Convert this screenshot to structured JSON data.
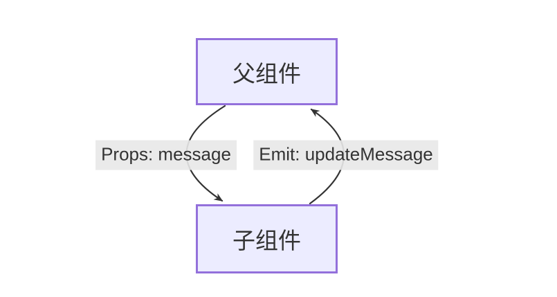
{
  "diagram": {
    "nodes": {
      "parent": {
        "label": "父组件"
      },
      "child": {
        "label": "子组件"
      }
    },
    "edges": {
      "props": {
        "label": "Props: message",
        "from": "parent",
        "to": "child"
      },
      "emit": {
        "label": "Emit: updateMessage",
        "from": "child",
        "to": "parent"
      }
    },
    "colors": {
      "canvas_bg": "#ffffff",
      "node_fill": "#ECECFF",
      "node_border": "#9370DB",
      "edge_line": "#333333",
      "label_bg": "#e8e8e8",
      "text_color": "#333333"
    }
  }
}
